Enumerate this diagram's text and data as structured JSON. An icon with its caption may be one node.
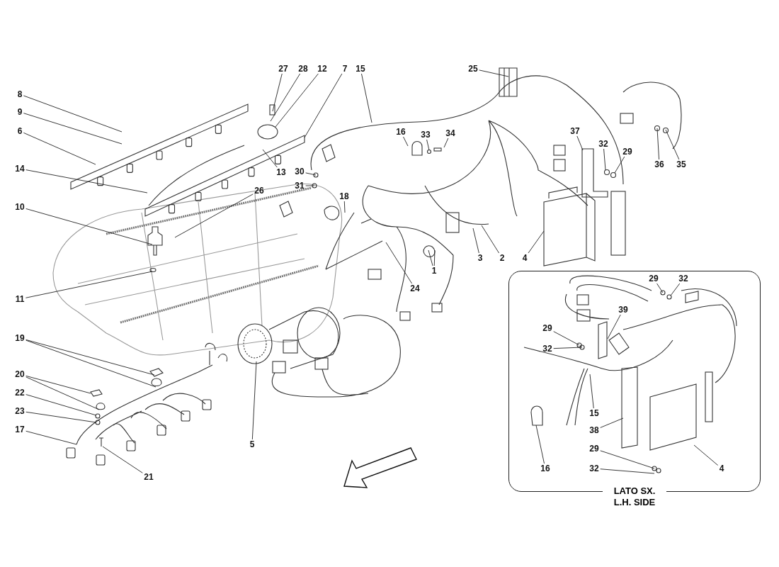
{
  "diagram": {
    "nodes": [
      {
        "text": [
          "27"
        ]
      },
      {
        "text": [
          "28"
        ]
      },
      {
        "text": [
          "12"
        ]
      },
      {
        "text": [
          "7"
        ]
      },
      {
        "text": [
          "15"
        ]
      },
      {
        "text": [
          "25"
        ]
      },
      {
        "text": [
          "8"
        ]
      },
      {
        "text": [
          "9"
        ]
      },
      {
        "text": [
          "6"
        ]
      },
      {
        "text": [
          "16"
        ]
      },
      {
        "text": [
          "33"
        ]
      },
      {
        "text": [
          "34"
        ]
      },
      {
        "text": [
          "37"
        ]
      },
      {
        "text": [
          "32"
        ]
      },
      {
        "text": [
          "29"
        ]
      },
      {
        "text": [
          "36"
        ]
      },
      {
        "text": [
          "35"
        ]
      },
      {
        "text": [
          "14"
        ]
      },
      {
        "text": [
          "13"
        ]
      },
      {
        "text": [
          "30"
        ]
      },
      {
        "text": [
          "31"
        ]
      },
      {
        "text": [
          "26"
        ]
      },
      {
        "text": [
          "18"
        ]
      },
      {
        "text": [
          "10"
        ]
      },
      {
        "text": [
          "2"
        ]
      },
      {
        "text": [
          "3"
        ]
      },
      {
        "text": [
          "4"
        ]
      },
      {
        "text": [
          "1"
        ]
      },
      {
        "text": [
          "24"
        ]
      },
      {
        "text": [
          "11"
        ]
      },
      {
        "text": [
          "19"
        ]
      },
      {
        "text": [
          "20"
        ]
      },
      {
        "text": [
          "22"
        ]
      },
      {
        "text": [
          "23"
        ]
      },
      {
        "text": [
          "17"
        ]
      },
      {
        "text": [
          "5"
        ]
      },
      {
        "text": [
          "21"
        ]
      },
      {
        "text": [
          "LATO SX. L.H. SIDE"
        ]
      },
      {
        "text": [
          "29"
        ],
        "in": 37
      },
      {
        "text": [
          "32"
        ],
        "in": 37
      },
      {
        "text": [
          "29"
        ],
        "in": 37
      },
      {
        "text": [
          "32"
        ],
        "in": 37
      },
      {
        "text": [
          "39"
        ],
        "in": 37
      },
      {
        "text": [
          "15"
        ],
        "in": 37
      },
      {
        "text": [
          "38"
        ],
        "in": 37
      },
      {
        "text": [
          "16"
        ],
        "in": 37
      },
      {
        "text": [
          "4"
        ],
        "in": 37
      },
      {
        "text": [
          "29"
        ],
        "in": 37
      },
      {
        "text": [
          "32"
        ],
        "in": 37
      }
    ],
    "edges": [
      {
        "from": 0,
        "to": null,
        "arrow": "none"
      },
      {
        "from": 1,
        "to": null,
        "arrow": "none"
      },
      {
        "from": 2,
        "to": null,
        "arrow": "none"
      },
      {
        "from": 3,
        "to": null,
        "arrow": "none"
      },
      {
        "from": 4,
        "to": null,
        "arrow": "none"
      },
      {
        "from": 5,
        "to": null,
        "arrow": "none"
      },
      {
        "from": 6,
        "to": null,
        "arrow": "none"
      },
      {
        "from": 7,
        "to": null,
        "arrow": "none"
      },
      {
        "from": 8,
        "to": null,
        "arrow": "none"
      },
      {
        "from": 9,
        "to": null,
        "arrow": "none"
      },
      {
        "from": 10,
        "to": null,
        "arrow": "none"
      },
      {
        "from": 11,
        "to": null,
        "arrow": "none"
      },
      {
        "from": 12,
        "to": null,
        "arrow": "none"
      },
      {
        "from": 13,
        "to": null,
        "arrow": "none"
      },
      {
        "from": 14,
        "to": null,
        "arrow": "none"
      },
      {
        "from": 15,
        "to": null,
        "arrow": "none"
      },
      {
        "from": 16,
        "to": null,
        "arrow": "none"
      },
      {
        "from": 17,
        "to": null,
        "arrow": "none"
      },
      {
        "from": 18,
        "to": null,
        "arrow": "none"
      },
      {
        "from": 19,
        "to": null,
        "arrow": "none"
      },
      {
        "from": 20,
        "to": null,
        "arrow": "none"
      },
      {
        "from": 21,
        "to": null,
        "arrow": "none"
      },
      {
        "from": 22,
        "to": null,
        "arrow": "none"
      },
      {
        "from": 23,
        "to": null,
        "arrow": "none"
      },
      {
        "from": 24,
        "to": null,
        "arrow": "none"
      },
      {
        "from": 25,
        "to": null,
        "arrow": "none"
      },
      {
        "from": 26,
        "to": null,
        "arrow": "none"
      },
      {
        "from": 27,
        "to": null,
        "arrow": "none"
      },
      {
        "from": 27,
        "to": null,
        "arrow": "none"
      },
      {
        "from": 28,
        "to": null,
        "arrow": "none"
      },
      {
        "from": 29,
        "to": null,
        "arrow": "none"
      },
      {
        "from": 30,
        "to": null,
        "arrow": "none"
      },
      {
        "from": 30,
        "to": null,
        "arrow": "none"
      },
      {
        "from": 31,
        "to": null,
        "arrow": "none"
      },
      {
        "from": 31,
        "to": null,
        "arrow": "none"
      },
      {
        "from": 32,
        "to": null,
        "arrow": "none"
      },
      {
        "from": 33,
        "to": null,
        "arrow": "none"
      },
      {
        "from": 34,
        "to": null,
        "arrow": "none"
      },
      {
        "from": 35,
        "to": null,
        "arrow": "none"
      },
      {
        "from": 36,
        "to": null,
        "arrow": "none"
      },
      {
        "from": 38,
        "to": null,
        "arrow": "none"
      },
      {
        "from": 39,
        "to": null,
        "arrow": "none"
      },
      {
        "from": 40,
        "to": null,
        "arrow": "none"
      },
      {
        "from": 41,
        "to": null,
        "arrow": "none"
      },
      {
        "from": 42,
        "to": null,
        "arrow": "none"
      },
      {
        "from": 43,
        "to": null,
        "arrow": "none"
      },
      {
        "from": 44,
        "to": null,
        "arrow": "none"
      },
      {
        "from": 45,
        "to": null,
        "arrow": "none"
      },
      {
        "from": 46,
        "to": null,
        "arrow": "none"
      },
      {
        "from": 47,
        "to": null,
        "arrow": "none"
      },
      {
        "from": 48,
        "to": null,
        "arrow": "none"
      }
    ]
  }
}
